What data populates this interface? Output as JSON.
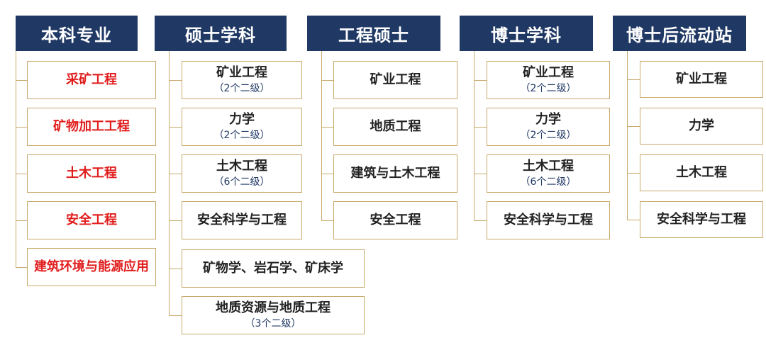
{
  "colors": {
    "header_bg": "#1f3864",
    "border": "#c8a96a",
    "highlight": "#e11c1c",
    "sub_text": "#1f3864"
  },
  "columns": [
    {
      "title": "本科专业",
      "items": [
        {
          "label": "采矿工程",
          "highlight": true
        },
        {
          "label": "矿物加工工程",
          "highlight": true
        },
        {
          "label": "土木工程",
          "highlight": true
        },
        {
          "label": "安全工程",
          "highlight": true
        },
        {
          "label": "建筑环境与能源应用",
          "highlight": true
        }
      ]
    },
    {
      "title": "硕士学科",
      "items": [
        {
          "label": "矿业工程",
          "sub": "（2个二级）"
        },
        {
          "label": "力学",
          "sub": "（2个二级）"
        },
        {
          "label": "土木工程",
          "sub": "（6个二级）"
        },
        {
          "label": "安全科学与工程"
        },
        {
          "label": "矿物学、岩石学、矿床学"
        },
        {
          "label": "地质资源与地质工程",
          "sub": "（3个二级）"
        }
      ]
    },
    {
      "title": "工程硕士",
      "items": [
        {
          "label": "矿业工程"
        },
        {
          "label": "地质工程"
        },
        {
          "label": "建筑与土木工程"
        },
        {
          "label": "安全工程"
        }
      ]
    },
    {
      "title": "博士学科",
      "items": [
        {
          "label": "矿业工程",
          "sub": "（2个二级）"
        },
        {
          "label": "力学",
          "sub": "（2个二级）"
        },
        {
          "label": "土木工程",
          "sub": "（6个二级）"
        },
        {
          "label": "安全科学与工程"
        }
      ]
    },
    {
      "title": "博士后流动站",
      "items": [
        {
          "label": "矿业工程"
        },
        {
          "label": "力学"
        },
        {
          "label": "土木工程"
        },
        {
          "label": "安全科学与工程"
        }
      ]
    }
  ]
}
